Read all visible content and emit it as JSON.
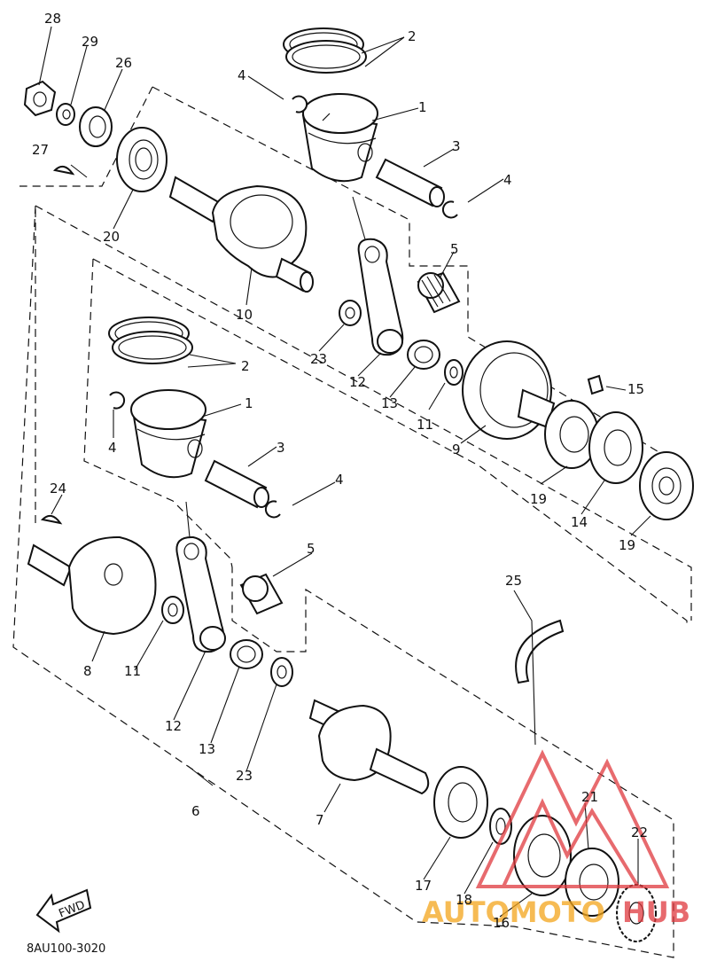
{
  "diagram_code": "8AU100-3020",
  "fwd_label": "FWD",
  "watermark": {
    "text_left": "AUTOMOTO",
    "text_right": "HUB",
    "color_red": "#e0393e",
    "color_orange": "#f3a51b"
  },
  "callouts": {
    "c1a": "1",
    "c1b": "1",
    "c2a": "2",
    "c2b": "2",
    "c3a": "3",
    "c3b": "3",
    "c4a": "4",
    "c4b": "4",
    "c4c": "4",
    "c4d": "4",
    "c5a": "5",
    "c5b": "5",
    "c6": "6",
    "c7": "7",
    "c8": "8",
    "c9": "9",
    "c10": "10",
    "c11a": "11",
    "c11b": "11",
    "c12a": "12",
    "c12b": "12",
    "c13a": "13",
    "c13b": "13",
    "c14": "14",
    "c15": "15",
    "c16": "16",
    "c17": "17",
    "c18": "18",
    "c19a": "19",
    "c19b": "19",
    "c20": "20",
    "c21": "21",
    "c22": "22",
    "c23a": "23",
    "c23b": "23",
    "c24": "24",
    "c25": "25",
    "c26": "26",
    "c27": "27",
    "c28": "28",
    "c29": "29"
  }
}
